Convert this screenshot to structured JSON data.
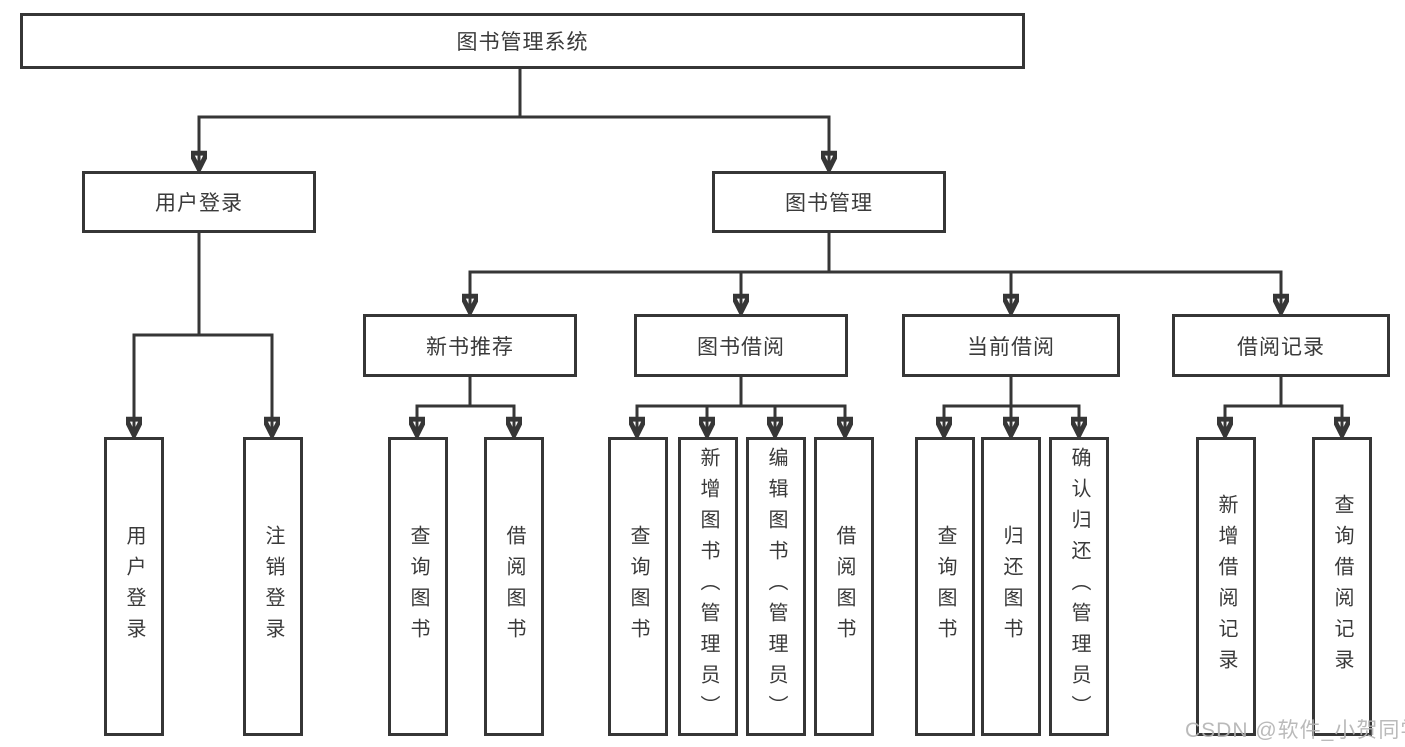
{
  "diagram_title": "图书管理系统",
  "colors": {
    "line": "#363636",
    "box_border": "#363636",
    "text": "#3a3a3a",
    "background": "#ffffff",
    "watermark": "#b5b5b5"
  },
  "watermark": {
    "text": "CSDN @软件_小贺同学"
  },
  "tree": {
    "label": "图书管理系统",
    "children": [
      {
        "label": "用户登录",
        "children": [
          {
            "label": "用户登录"
          },
          {
            "label": "注销登录"
          }
        ]
      },
      {
        "label": "图书管理",
        "children": [
          {
            "label": "新书推荐",
            "children": [
              {
                "label": "查询图书"
              },
              {
                "label": "借阅图书"
              }
            ]
          },
          {
            "label": "图书借阅",
            "children": [
              {
                "label": "查询图书"
              },
              {
                "label": "新增图书（管理员）"
              },
              {
                "label": "编辑图书（管理员）"
              },
              {
                "label": "借阅图书"
              }
            ]
          },
          {
            "label": "当前借阅",
            "children": [
              {
                "label": "查询图书"
              },
              {
                "label": "归还图书"
              },
              {
                "label": "确认归还（管理员）"
              }
            ]
          },
          {
            "label": "借阅记录",
            "children": [
              {
                "label": "新增借阅记录"
              },
              {
                "label": "查询借阅记录"
              }
            ]
          }
        ]
      }
    ]
  }
}
